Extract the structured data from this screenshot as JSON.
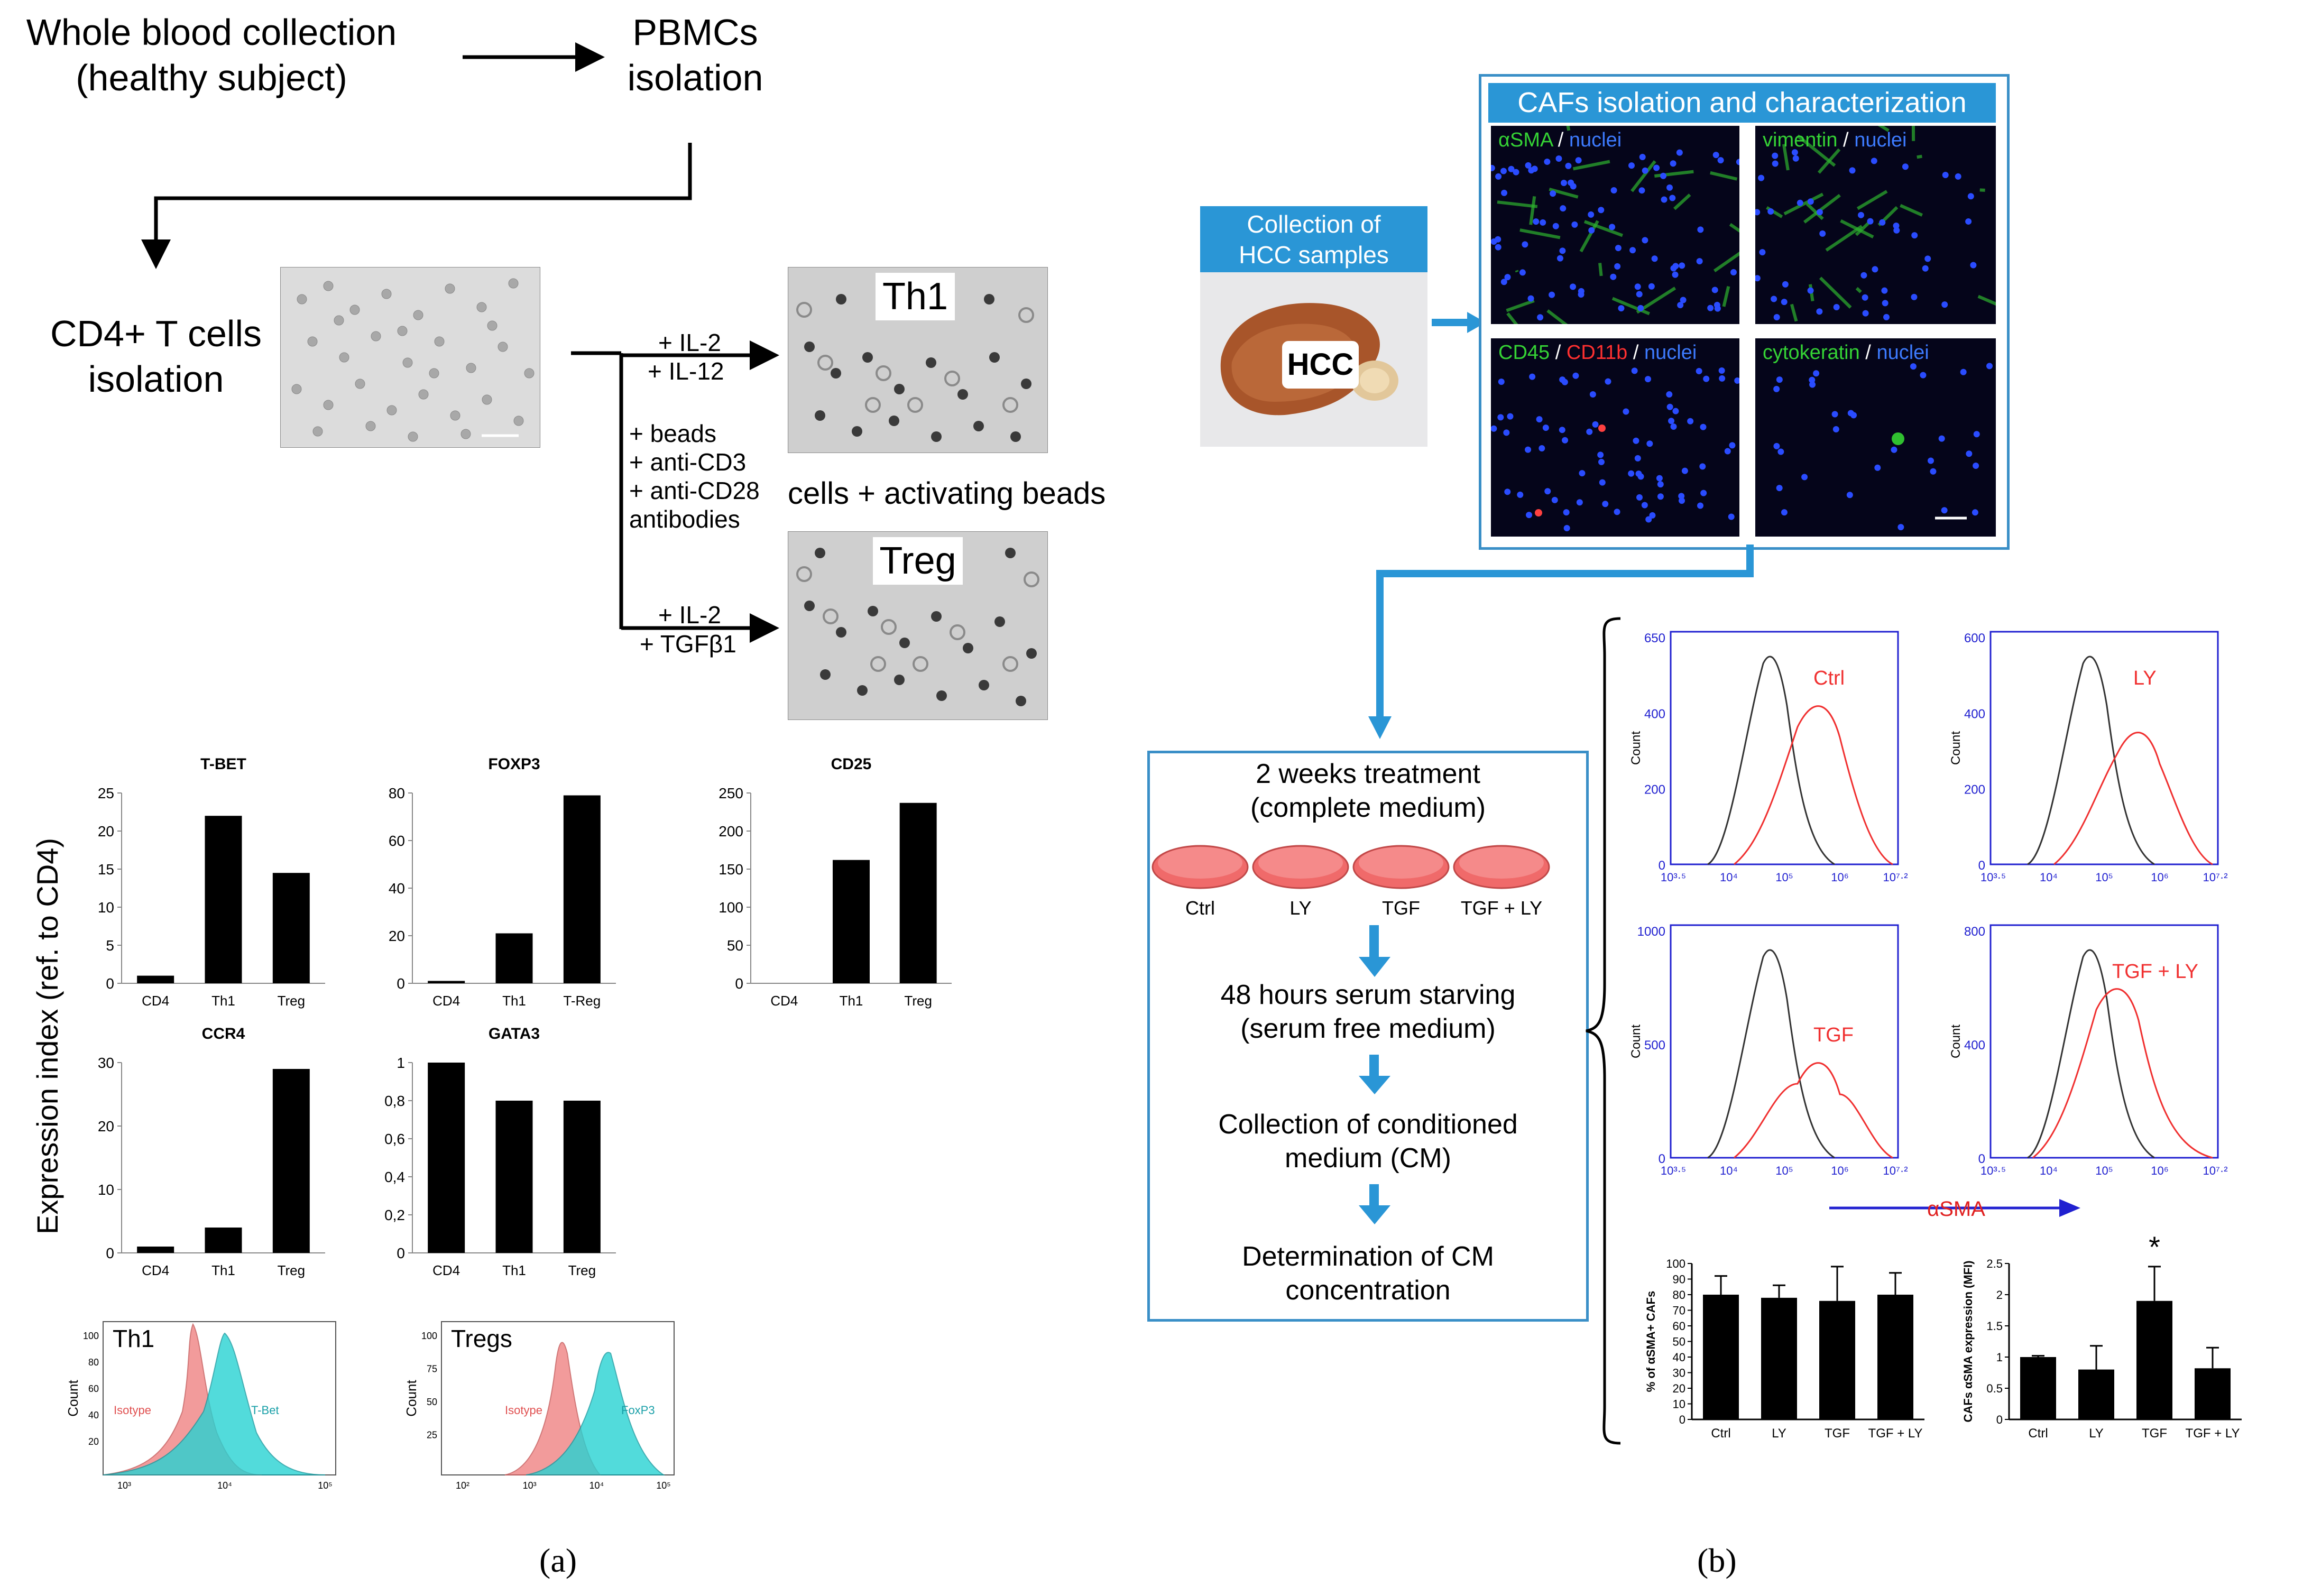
{
  "panel_a": {
    "flow": {
      "whole_blood_1": "Whole blood collection",
      "whole_blood_2": "(healthy subject)",
      "pbmcs_1": "PBMCs",
      "pbmcs_2": "isolation",
      "cd4_1": "CD4+ T cells",
      "cd4_2": "isolation",
      "il2_a": "+ IL-2",
      "il12": "+ IL-12",
      "beads": "+ beads",
      "anti_cd3": "+ anti-CD3",
      "anti_cd28": "+ anti-CD28",
      "antibodies": "antibodies",
      "il2_b": "+ IL-2",
      "tgfb1": "+ TGFβ1",
      "cells_beads": "cells + activating beads",
      "th1_label": "Th1",
      "treg_label": "Treg"
    },
    "y_axis_label": "Expression index (ref. to CD4)",
    "bar_charts": [
      {
        "title": "T-BET",
        "categories": [
          "CD4",
          "Th1",
          "Treg"
        ],
        "values": [
          1,
          22,
          14.5
        ],
        "ylim": [
          0,
          25
        ],
        "ticks": [
          0,
          5,
          10,
          15,
          20,
          25
        ]
      },
      {
        "title": "FOXP3",
        "categories": [
          "CD4",
          "Th1",
          "T-Reg"
        ],
        "values": [
          1,
          21,
          79
        ],
        "ylim": [
          0,
          80
        ],
        "ticks": [
          0,
          20,
          40,
          60,
          80
        ]
      },
      {
        "title": "CD25",
        "categories": [
          "CD4",
          "Th1",
          "Treg"
        ],
        "values": [
          0,
          162,
          237
        ],
        "ylim": [
          0,
          250
        ],
        "ticks": [
          0,
          50,
          100,
          150,
          200,
          250
        ]
      },
      {
        "title": "CCR4",
        "categories": [
          "CD4",
          "Th1",
          "Treg"
        ],
        "values": [
          1,
          4,
          29
        ],
        "ylim": [
          0,
          30
        ],
        "ticks": [
          0,
          10,
          20,
          30
        ]
      },
      {
        "title": "GATA3",
        "categories": [
          "CD4",
          "Th1",
          "Treg"
        ],
        "values": [
          1,
          0.8,
          0.8
        ],
        "ylim": [
          0,
          1
        ],
        "ticks": [
          "0",
          "0,2",
          "0,4",
          "0,6",
          "0,8",
          "1"
        ]
      }
    ],
    "flow_hist": [
      {
        "title": "Th1",
        "ylabel": "Count",
        "isotype": "Isotype",
        "marker": "T-Bet",
        "yticks": [
          "100",
          "80",
          "60",
          "40",
          "20"
        ],
        "xticks": [
          "10³",
          "10⁴",
          "10⁵"
        ]
      },
      {
        "title": "Tregs",
        "ylabel": "Count",
        "isotype": "Isotype",
        "marker": "FoxP3",
        "yticks": [
          "100",
          "75",
          "50",
          "25"
        ],
        "xticks": [
          "10²",
          "10³",
          "10⁴",
          "10⁵"
        ]
      }
    ],
    "label": "(a)"
  },
  "panel_b": {
    "collection_1": "Collection of",
    "collection_2": "HCC samples",
    "hcc": "HCC",
    "cafs_title": "CAFs isolation and characterization",
    "fluo": {
      "asma": "αSMA",
      "nuclei": "nuclei",
      "vimentin": "vimentin",
      "cd45": "CD45",
      "cd11b": "CD11b",
      "cytokeratin": "cytokeratin",
      "sep": " / "
    },
    "treatment": {
      "line1": "2 weeks treatment",
      "line2": "(complete medium)",
      "dishes": [
        "Ctrl",
        "LY",
        "TGF",
        "TGF + LY"
      ],
      "step2_1": "48 hours serum starving",
      "step2_2": "(serum free medium)",
      "step3_1": "Collection of conditioned",
      "step3_2": "medium (CM)",
      "step4_1": "Determination of CM",
      "step4_2": "concentration"
    },
    "histograms": [
      {
        "label": "Ctrl",
        "ymax": "650",
        "yticks": [
          "650",
          "400",
          "200",
          "0"
        ]
      },
      {
        "label": "LY",
        "ymax": "600",
        "yticks": [
          "600",
          "400",
          "200",
          "0"
        ]
      },
      {
        "label": "TGF",
        "ymax": "1000",
        "yticks": [
          "1000",
          "500",
          "0"
        ]
      },
      {
        "label": "TGF + LY",
        "ymax": "800",
        "yticks": [
          "800",
          "400",
          "0"
        ]
      }
    ],
    "hist_ylabel": "Count",
    "hist_xticks": [
      "10³·⁵",
      "10⁴",
      "10⁵",
      "10⁶",
      "10⁷·²"
    ],
    "asma_axis": "αSMA",
    "summary_charts": [
      {
        "ylabel": "% of αSMA+ CAFs",
        "categories": [
          "Ctrl",
          "LY",
          "TGF",
          "TGF + LY"
        ],
        "values": [
          80,
          78,
          76,
          80
        ],
        "errors": [
          12,
          8,
          22,
          14
        ],
        "ylim": [
          0,
          100
        ],
        "ticks": [
          "0",
          "10",
          "20",
          "30",
          "40",
          "50",
          "60",
          "70",
          "80",
          "90",
          "100"
        ]
      },
      {
        "ylabel": "CAFs αSMA expression (MFI)",
        "categories": [
          "Ctrl",
          "LY",
          "TGF",
          "TGF + LY"
        ],
        "values": [
          1.0,
          0.8,
          1.9,
          0.82
        ],
        "errors": [
          0.02,
          0.38,
          0.55,
          0.33
        ],
        "ylim": [
          0,
          2.5
        ],
        "ticks": [
          "0",
          "0.5",
          "1",
          "1.5",
          "2",
          "2.5"
        ],
        "significance": "*"
      }
    ],
    "label": "(b)"
  },
  "colors": {
    "blue_accent": "#2a96d6",
    "red_curve": "#f03030",
    "cyan_fill": "#27d3d3",
    "salmon_fill": "#f08a8a",
    "axis_blue": "#2020d0"
  }
}
